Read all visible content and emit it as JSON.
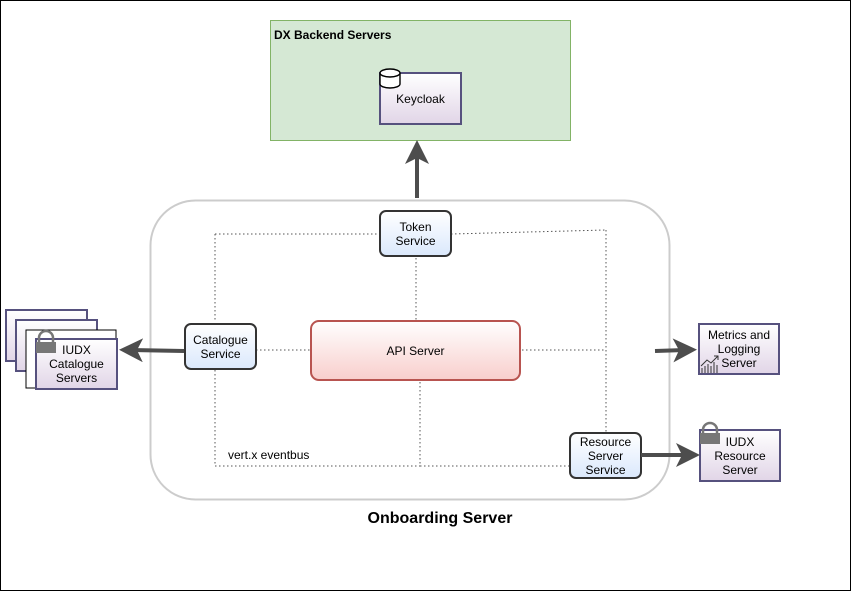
{
  "backend": {
    "title": "DX Backend Servers",
    "keycloak": "Keycloak"
  },
  "onboarding": {
    "title": "Onboarding Server"
  },
  "services": {
    "token": "Token\nService",
    "catalogue": "Catalogue\nService",
    "api": "API Server",
    "resource": "Resource\nServer\nService"
  },
  "eventbus": {
    "label": "vert.x eventbus"
  },
  "external": {
    "iudx_catalogue": "IUDX\nCatalogue\nServers",
    "metrics": "Metrics and\nLogging\nServer",
    "iudx_resource": "IUDX\nResource\nServer"
  },
  "colors": {
    "backend_fill": "#d5e8d4",
    "backend_stroke": "#82b366",
    "service_fill": "#dae8fc",
    "service_stroke": "#333333",
    "api_fill": "#f8cecc",
    "api_stroke": "#b85450",
    "external_fill": "#e1d5e7",
    "external_stroke": "#56517e",
    "arrow": "#4d4d4d"
  },
  "icons": [
    "database-icon",
    "lock-icon",
    "chart-icon"
  ]
}
